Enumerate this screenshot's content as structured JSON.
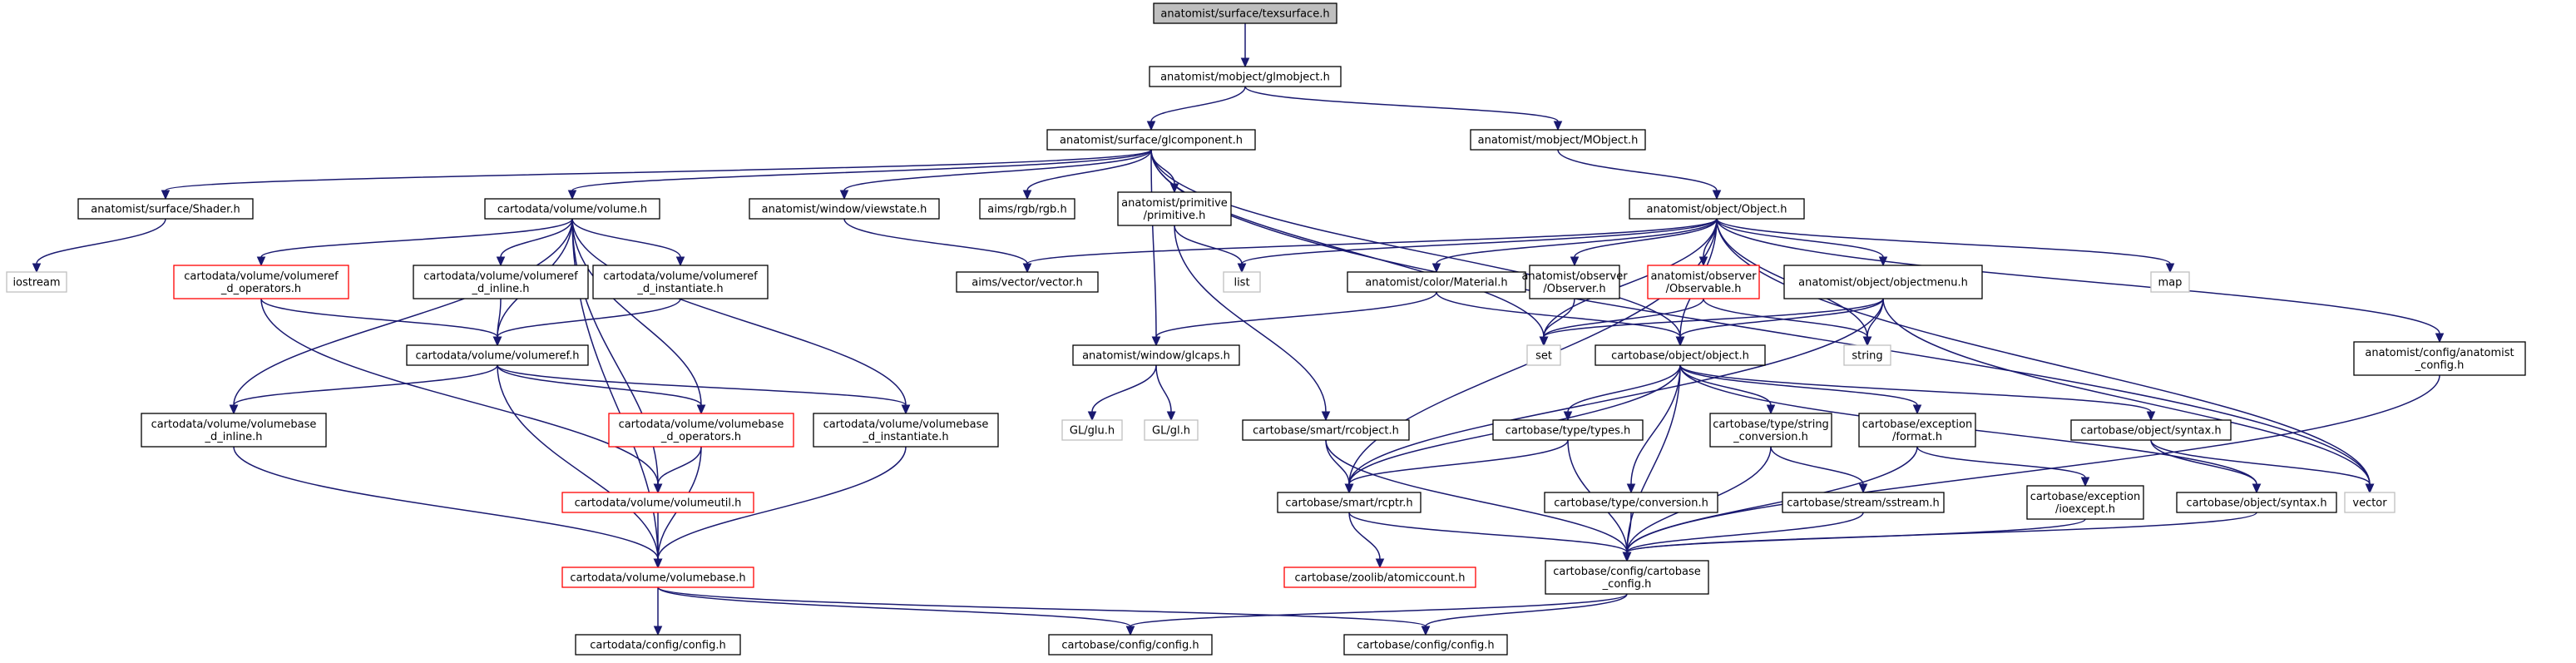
{
  "diagram": {
    "nodes": [
      {
        "id": "n_root",
        "lines": [
          "anatomist/surface/texsurface.h"
        ],
        "kind": "root"
      },
      {
        "id": "n_glmobject",
        "lines": [
          "anatomist/mobject/glmobject.h"
        ],
        "kind": "normal"
      },
      {
        "id": "n_glcomponent",
        "lines": [
          "anatomist/surface/glcomponent.h"
        ],
        "kind": "normal"
      },
      {
        "id": "n_mobject",
        "lines": [
          "anatomist/mobject/MObject.h"
        ],
        "kind": "normal"
      },
      {
        "id": "n_shader",
        "lines": [
          "anatomist/surface/Shader.h"
        ],
        "kind": "normal"
      },
      {
        "id": "n_volume",
        "lines": [
          "cartodata/volume/volume.h"
        ],
        "kind": "normal"
      },
      {
        "id": "n_viewstate",
        "lines": [
          "anatomist/window/viewstate.h"
        ],
        "kind": "normal"
      },
      {
        "id": "n_rgb",
        "lines": [
          "aims/rgb/rgb.h"
        ],
        "kind": "normal"
      },
      {
        "id": "n_primitive",
        "lines": [
          "anatomist/primitive",
          "/primitive.h"
        ],
        "kind": "normal"
      },
      {
        "id": "n_object",
        "lines": [
          "anatomist/object/Object.h"
        ],
        "kind": "normal"
      },
      {
        "id": "n_iostream",
        "lines": [
          "iostream"
        ],
        "kind": "system"
      },
      {
        "id": "n_vroperators",
        "lines": [
          "cartodata/volume/volumeref",
          "_d_operators.h"
        ],
        "kind": "red"
      },
      {
        "id": "n_vrinline",
        "lines": [
          "cartodata/volume/volumeref",
          "_d_inline.h"
        ],
        "kind": "normal"
      },
      {
        "id": "n_vrinst",
        "lines": [
          "cartodata/volume/volumeref",
          "_d_instantiate.h"
        ],
        "kind": "normal"
      },
      {
        "id": "n_vector_aims",
        "lines": [
          "aims/vector/vector.h"
        ],
        "kind": "normal"
      },
      {
        "id": "n_list",
        "lines": [
          "list"
        ],
        "kind": "system"
      },
      {
        "id": "n_material",
        "lines": [
          "anatomist/color/Material.h"
        ],
        "kind": "normal"
      },
      {
        "id": "n_observer",
        "lines": [
          "anatomist/observer",
          "/Observer.h"
        ],
        "kind": "normal"
      },
      {
        "id": "n_observable",
        "lines": [
          "anatomist/observer",
          "/Observable.h"
        ],
        "kind": "red"
      },
      {
        "id": "n_objectmenu",
        "lines": [
          "anatomist/object/objectmenu.h"
        ],
        "kind": "normal"
      },
      {
        "id": "n_map",
        "lines": [
          "map"
        ],
        "kind": "system"
      },
      {
        "id": "n_volumeref",
        "lines": [
          "cartodata/volume/volumeref.h"
        ],
        "kind": "normal"
      },
      {
        "id": "n_glcaps",
        "lines": [
          "anatomist/window/glcaps.h"
        ],
        "kind": "normal"
      },
      {
        "id": "n_set",
        "lines": [
          "set"
        ],
        "kind": "system"
      },
      {
        "id": "n_cbobject",
        "lines": [
          "cartobase/object/object.h"
        ],
        "kind": "normal"
      },
      {
        "id": "n_string",
        "lines": [
          "string"
        ],
        "kind": "system"
      },
      {
        "id": "n_anaconfig",
        "lines": [
          "anatomist/config/anatomist",
          "_config.h"
        ],
        "kind": "normal"
      },
      {
        "id": "n_vbinline",
        "lines": [
          "cartodata/volume/volumebase",
          "_d_inline.h"
        ],
        "kind": "normal"
      },
      {
        "id": "n_vboperators",
        "lines": [
          "cartodata/volume/volumebase",
          "_d_operators.h"
        ],
        "kind": "red"
      },
      {
        "id": "n_vbinst",
        "lines": [
          "cartodata/volume/volumebase",
          "_d_instantiate.h"
        ],
        "kind": "normal"
      },
      {
        "id": "n_glu",
        "lines": [
          "GL/glu.h"
        ],
        "kind": "system"
      },
      {
        "id": "n_gl",
        "lines": [
          "GL/gl.h"
        ],
        "kind": "system"
      },
      {
        "id": "n_rcobject",
        "lines": [
          "cartobase/smart/rcobject.h"
        ],
        "kind": "normal"
      },
      {
        "id": "n_types",
        "lines": [
          "cartobase/type/types.h"
        ],
        "kind": "normal"
      },
      {
        "id": "n_stringconv",
        "lines": [
          "cartobase/type/string",
          "_conversion.h"
        ],
        "kind": "normal"
      },
      {
        "id": "n_format",
        "lines": [
          "cartobase/exception",
          "/format.h"
        ],
        "kind": "normal"
      },
      {
        "id": "n_syntax1",
        "lines": [
          "cartobase/object/syntax.h"
        ],
        "kind": "normal"
      },
      {
        "id": "n_vector",
        "lines": [
          "vector"
        ],
        "kind": "system"
      },
      {
        "id": "n_volumeutil",
        "lines": [
          "cartodata/volume/volumeutil.h"
        ],
        "kind": "red"
      },
      {
        "id": "n_rcptr",
        "lines": [
          "cartobase/smart/rcptr.h"
        ],
        "kind": "normal"
      },
      {
        "id": "n_conversion",
        "lines": [
          "cartobase/type/conversion.h"
        ],
        "kind": "normal"
      },
      {
        "id": "n_sstream",
        "lines": [
          "cartobase/stream/sstream.h"
        ],
        "kind": "normal"
      },
      {
        "id": "n_ioexcept",
        "lines": [
          "cartobase/exception",
          "/ioexcept.h"
        ],
        "kind": "normal"
      },
      {
        "id": "n_syntax2",
        "lines": [
          "cartobase/object/syntax.h"
        ],
        "kind": "normal"
      },
      {
        "id": "n_volumebase",
        "lines": [
          "cartodata/volume/volumebase.h"
        ],
        "kind": "red"
      },
      {
        "id": "n_atomiccount",
        "lines": [
          "cartobase/zoolib/atomiccount.h"
        ],
        "kind": "red"
      },
      {
        "id": "n_cbconfig",
        "lines": [
          "cartobase/config/cartobase",
          "_config.h"
        ],
        "kind": "normal"
      },
      {
        "id": "n_cdconfig",
        "lines": [
          "cartodata/config/config.h"
        ],
        "kind": "normal"
      },
      {
        "id": "n_config1",
        "lines": [
          "cartobase/config/config.h"
        ],
        "kind": "normal"
      },
      {
        "id": "n_config2",
        "lines": [
          "cartobase/config/config.h"
        ],
        "kind": "normal"
      }
    ],
    "edges": [
      [
        "n_root",
        "n_glmobject"
      ],
      [
        "n_glmobject",
        "n_glcomponent"
      ],
      [
        "n_glmobject",
        "n_mobject"
      ],
      [
        "n_glcomponent",
        "n_shader"
      ],
      [
        "n_glcomponent",
        "n_volume"
      ],
      [
        "n_glcomponent",
        "n_viewstate"
      ],
      [
        "n_glcomponent",
        "n_rgb"
      ],
      [
        "n_glcomponent",
        "n_primitive"
      ],
      [
        "n_glcomponent",
        "n_glcaps"
      ],
      [
        "n_glcomponent",
        "n_set"
      ],
      [
        "n_glcomponent",
        "n_cbobject"
      ],
      [
        "n_glcomponent",
        "n_vector"
      ],
      [
        "n_mobject",
        "n_object"
      ],
      [
        "n_shader",
        "n_iostream"
      ],
      [
        "n_volume",
        "n_vroperators"
      ],
      [
        "n_volume",
        "n_vrinline"
      ],
      [
        "n_volume",
        "n_vrinst"
      ],
      [
        "n_volume",
        "n_volumeref"
      ],
      [
        "n_volume",
        "n_vbinline"
      ],
      [
        "n_volume",
        "n_vboperators"
      ],
      [
        "n_volume",
        "n_vbinst"
      ],
      [
        "n_volume",
        "n_volumeutil"
      ],
      [
        "n_volume",
        "n_volumebase"
      ],
      [
        "n_viewstate",
        "n_vector_aims"
      ],
      [
        "n_primitive",
        "n_list"
      ],
      [
        "n_primitive",
        "n_rcobject"
      ],
      [
        "n_object",
        "n_vector_aims"
      ],
      [
        "n_object",
        "n_list"
      ],
      [
        "n_object",
        "n_material"
      ],
      [
        "n_object",
        "n_observer"
      ],
      [
        "n_object",
        "n_observable"
      ],
      [
        "n_object",
        "n_objectmenu"
      ],
      [
        "n_object",
        "n_map"
      ],
      [
        "n_object",
        "n_set"
      ],
      [
        "n_object",
        "n_string"
      ],
      [
        "n_object",
        "n_cbobject"
      ],
      [
        "n_object",
        "n_anaconfig"
      ],
      [
        "n_object",
        "n_rcptr"
      ],
      [
        "n_object",
        "n_vector"
      ],
      [
        "n_vroperators",
        "n_volumeref"
      ],
      [
        "n_vroperators",
        "n_volumeutil"
      ],
      [
        "n_vrinline",
        "n_volumeref"
      ],
      [
        "n_vrinst",
        "n_volumeref"
      ],
      [
        "n_volumeref",
        "n_vbinline"
      ],
      [
        "n_volumeref",
        "n_vboperators"
      ],
      [
        "n_volumeref",
        "n_vbinst"
      ],
      [
        "n_volumeref",
        "n_volumebase"
      ],
      [
        "n_material",
        "n_glcaps"
      ],
      [
        "n_material",
        "n_cbobject"
      ],
      [
        "n_observer",
        "n_set"
      ],
      [
        "n_observable",
        "n_set"
      ],
      [
        "n_observable",
        "n_string"
      ],
      [
        "n_objectmenu",
        "n_set"
      ],
      [
        "n_objectmenu",
        "n_string"
      ],
      [
        "n_objectmenu",
        "n_cbobject"
      ],
      [
        "n_objectmenu",
        "n_rcptr"
      ],
      [
        "n_objectmenu",
        "n_vector"
      ],
      [
        "n_glcaps",
        "n_glu"
      ],
      [
        "n_glcaps",
        "n_gl"
      ],
      [
        "n_cbobject",
        "n_types"
      ],
      [
        "n_cbobject",
        "n_stringconv"
      ],
      [
        "n_cbobject",
        "n_format"
      ],
      [
        "n_cbobject",
        "n_syntax1"
      ],
      [
        "n_cbobject",
        "n_rcptr"
      ],
      [
        "n_cbobject",
        "n_conversion"
      ],
      [
        "n_cbobject",
        "n_syntax2"
      ],
      [
        "n_cbobject",
        "n_cbconfig"
      ],
      [
        "n_anaconfig",
        "n_cbconfig"
      ],
      [
        "n_vbinline",
        "n_volumebase"
      ],
      [
        "n_vboperators",
        "n_volumeutil"
      ],
      [
        "n_vboperators",
        "n_volumebase"
      ],
      [
        "n_vbinst",
        "n_volumebase"
      ],
      [
        "n_rcobject",
        "n_rcptr"
      ],
      [
        "n_rcobject",
        "n_cbconfig"
      ],
      [
        "n_types",
        "n_rcptr"
      ],
      [
        "n_types",
        "n_cbconfig"
      ],
      [
        "n_stringconv",
        "n_sstream"
      ],
      [
        "n_stringconv",
        "n_cbconfig"
      ],
      [
        "n_format",
        "n_ioexcept"
      ],
      [
        "n_format",
        "n_cbconfig"
      ],
      [
        "n_syntax1",
        "n_syntax2"
      ],
      [
        "n_syntax1",
        "n_vector"
      ],
      [
        "n_volumeutil",
        "n_volumebase"
      ],
      [
        "n_rcptr",
        "n_atomiccount"
      ],
      [
        "n_rcptr",
        "n_cbconfig"
      ],
      [
        "n_conversion",
        "n_cbconfig"
      ],
      [
        "n_sstream",
        "n_cbconfig"
      ],
      [
        "n_ioexcept",
        "n_cbconfig"
      ],
      [
        "n_syntax2",
        "n_cbconfig"
      ],
      [
        "n_volumebase",
        "n_cdconfig"
      ],
      [
        "n_volumebase",
        "n_config1"
      ],
      [
        "n_volumebase",
        "n_config2"
      ],
      [
        "n_cbconfig",
        "n_config1"
      ],
      [
        "n_cbconfig",
        "n_config2"
      ]
    ]
  }
}
